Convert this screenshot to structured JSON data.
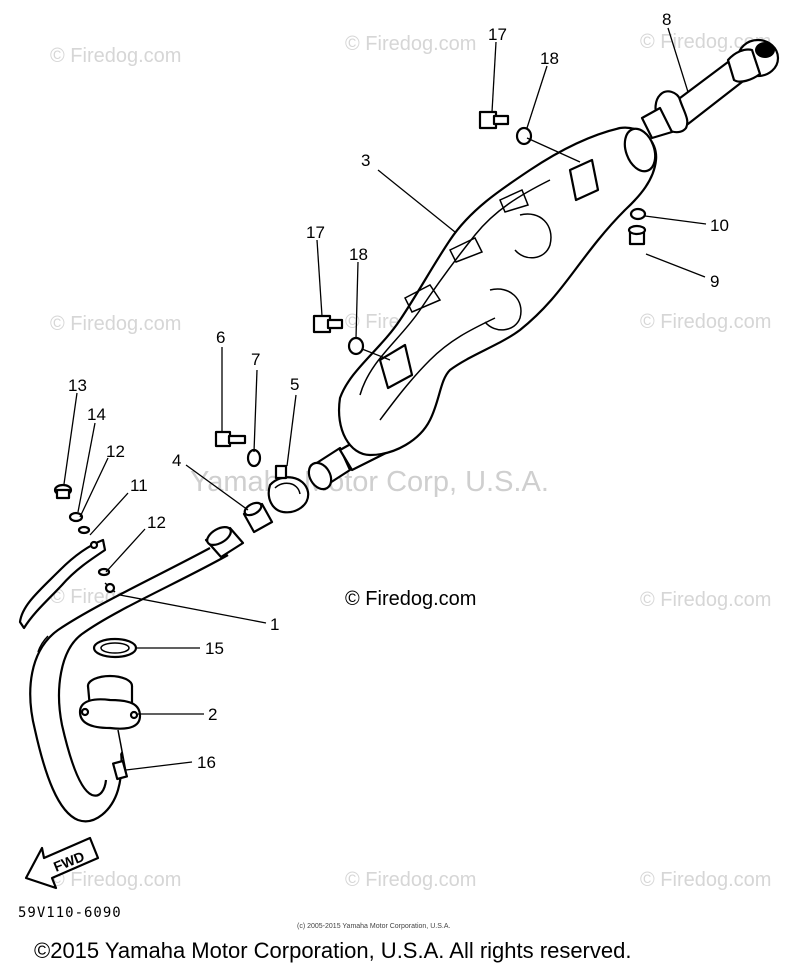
{
  "watermarks": {
    "tile_text": "© Firedog.com",
    "center_text": "Yamaha Motor Corp, U.S.A.",
    "mid_text": "© Firedog.com"
  },
  "callouts": {
    "p1": "1",
    "p2": "2",
    "p3": "3",
    "p4": "4",
    "p5": "5",
    "p6": "6",
    "p7": "7",
    "p8": "8",
    "p9": "9",
    "p10": "10",
    "p11": "11",
    "p12a": "12",
    "p12b": "12",
    "p13": "13",
    "p14": "14",
    "p15": "15",
    "p16": "16",
    "p17a": "17",
    "p17b": "17",
    "p18a": "18",
    "p18b": "18"
  },
  "fwd_label": "FWD",
  "diagram_code": "59V110-6090",
  "small_credit": "(c) 2005-2015 Yamaha Motor Corporation, U.S.A.",
  "footer_copyright": "©2015 Yamaha Motor Corporation, U.S.A. All rights reserved."
}
